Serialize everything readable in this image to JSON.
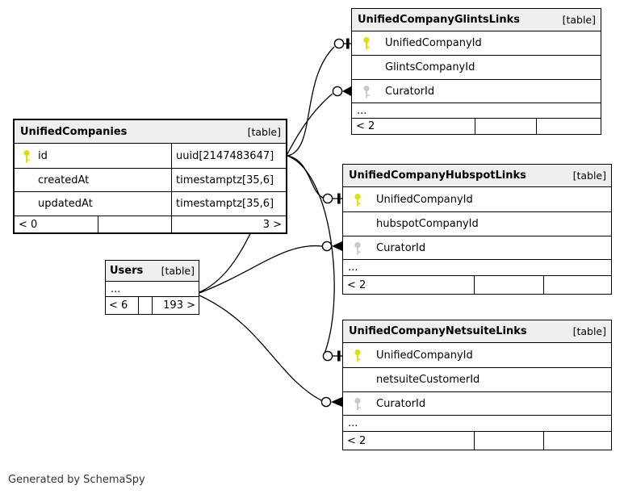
{
  "page": {
    "generated_note": "Generated by SchemaSpy"
  },
  "colors": {
    "primary_key": "#e0e000",
    "foreign_key": "#c9c9c9",
    "header_bg": "#efefef",
    "border": "#000000",
    "line": "#000000"
  },
  "tables": {
    "unified_companies": {
      "name": "UnifiedCompanies",
      "tag": "[table]",
      "rows": [
        {
          "name": "id",
          "type": "uuid[2147483647]"
        },
        {
          "name": "createdAt",
          "type": "timestamptz[35,6]"
        },
        {
          "name": "updatedAt",
          "type": "timestamptz[35,6]"
        }
      ],
      "footer": {
        "left": "< 0",
        "middle": "",
        "right": "3 >"
      }
    },
    "users": {
      "name": "Users",
      "tag": "[table]",
      "ellipsis": "...",
      "footer": {
        "left": "< 6",
        "middle": "",
        "right": "193 >"
      }
    },
    "glints_links": {
      "name": "UnifiedCompanyGlintsLinks",
      "tag": "[table]",
      "rows": [
        {
          "name": "UnifiedCompanyId"
        },
        {
          "name": "GlintsCompanyId"
        },
        {
          "name": "CuratorId"
        }
      ],
      "ellipsis": "...",
      "footer": {
        "left": "< 2",
        "middle": "",
        "right": ""
      }
    },
    "hubspot_links": {
      "name": "UnifiedCompanyHubspotLinks",
      "tag": "[table]",
      "rows": [
        {
          "name": "UnifiedCompanyId"
        },
        {
          "name": "hubspotCompanyId"
        },
        {
          "name": "CuratorId"
        }
      ],
      "ellipsis": "...",
      "footer": {
        "left": "< 2",
        "middle": "",
        "right": ""
      }
    },
    "netsuite_links": {
      "name": "UnifiedCompanyNetsuiteLinks",
      "tag": "[table]",
      "rows": [
        {
          "name": "UnifiedCompanyId"
        },
        {
          "name": "netsuiteCustomerId"
        },
        {
          "name": "CuratorId"
        }
      ],
      "ellipsis": "...",
      "footer": {
        "left": "< 2",
        "middle": "",
        "right": ""
      }
    }
  },
  "relationships": [
    {
      "from": "UnifiedCompanies.id",
      "to": "UnifiedCompanyGlintsLinks.UnifiedCompanyId"
    },
    {
      "from": "UnifiedCompanies.id",
      "to": "UnifiedCompanyHubspotLinks.UnifiedCompanyId"
    },
    {
      "from": "UnifiedCompanies.id",
      "to": "UnifiedCompanyNetsuiteLinks.UnifiedCompanyId"
    },
    {
      "from": "Users",
      "to": "UnifiedCompanyGlintsLinks.CuratorId"
    },
    {
      "from": "Users",
      "to": "UnifiedCompanyHubspotLinks.CuratorId"
    },
    {
      "from": "Users",
      "to": "UnifiedCompanyNetsuiteLinks.CuratorId"
    }
  ]
}
